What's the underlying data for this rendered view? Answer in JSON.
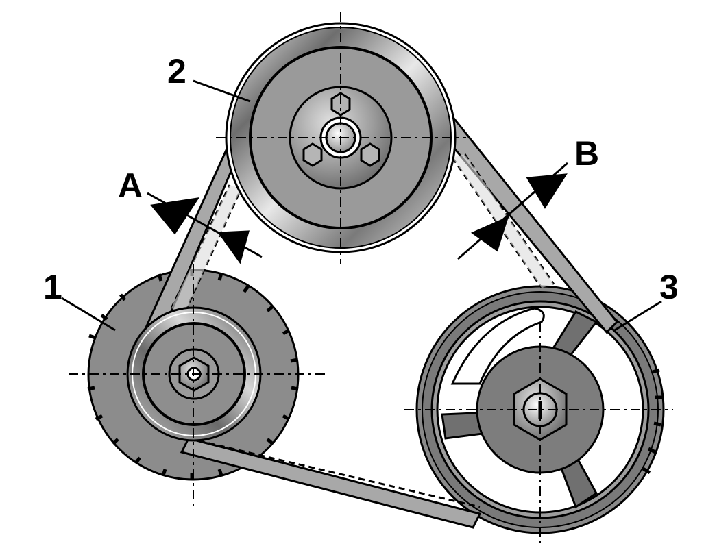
{
  "labels": {
    "pulley_1": "1",
    "pulley_2": "2",
    "pulley_3": "3",
    "deflection_a": "A",
    "deflection_b": "B"
  },
  "colors": {
    "belt": "#9a9a9a",
    "outline": "#000000",
    "background": "#ffffff"
  }
}
